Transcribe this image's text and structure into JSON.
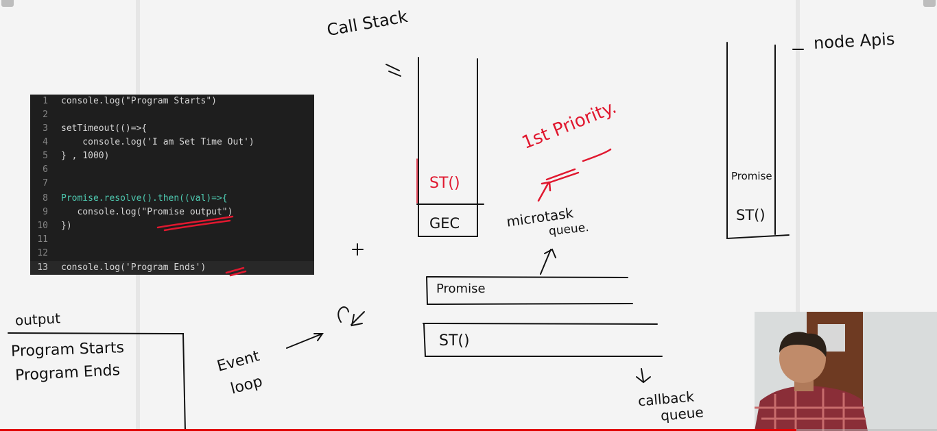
{
  "code_editor": {
    "lines": [
      {
        "num": "1",
        "text": "console.log(\"Program Starts\")"
      },
      {
        "num": "2",
        "text": ""
      },
      {
        "num": "3",
        "text": "setTimeout(()=>{"
      },
      {
        "num": "4",
        "text": "    console.log('I am Set Time Out')"
      },
      {
        "num": "5",
        "text": "} , 1000)"
      },
      {
        "num": "6",
        "text": ""
      },
      {
        "num": "7",
        "text": ""
      },
      {
        "num": "8",
        "text": "Promise.resolve().then((val)=>{"
      },
      {
        "num": "9",
        "text": "   console.log(\"Promise output\")"
      },
      {
        "num": "10",
        "text": "})"
      },
      {
        "num": "11",
        "text": ""
      },
      {
        "num": "12",
        "text": ""
      },
      {
        "num": "13",
        "text": "console.log('Program Ends')"
      }
    ]
  },
  "whiteboard": {
    "call_stack_label": "Call Stack",
    "call_stack_items": [
      "ST()",
      "GEC"
    ],
    "node_apis_label": "node Apis",
    "node_apis_items": [
      "Promise",
      "ST()"
    ],
    "microtask_label_1": "microtask",
    "microtask_label_2": "queue.",
    "priority_label": "1st Priority.",
    "microtask_queue_item": "Promise",
    "callback_queue_item": "ST()",
    "callback_label_1": "callback",
    "callback_label_2": "queue",
    "event_loop_label_1": "Event",
    "event_loop_label_2": "loop",
    "output_label": "output",
    "output_lines": [
      "Program Starts",
      "Program Ends"
    ]
  },
  "video": {
    "progress_percent": 85
  },
  "colors": {
    "ink": "#111111",
    "red_ink": "#e0182f",
    "editor_bg": "#1e1e1e",
    "progress": "#e00000"
  }
}
